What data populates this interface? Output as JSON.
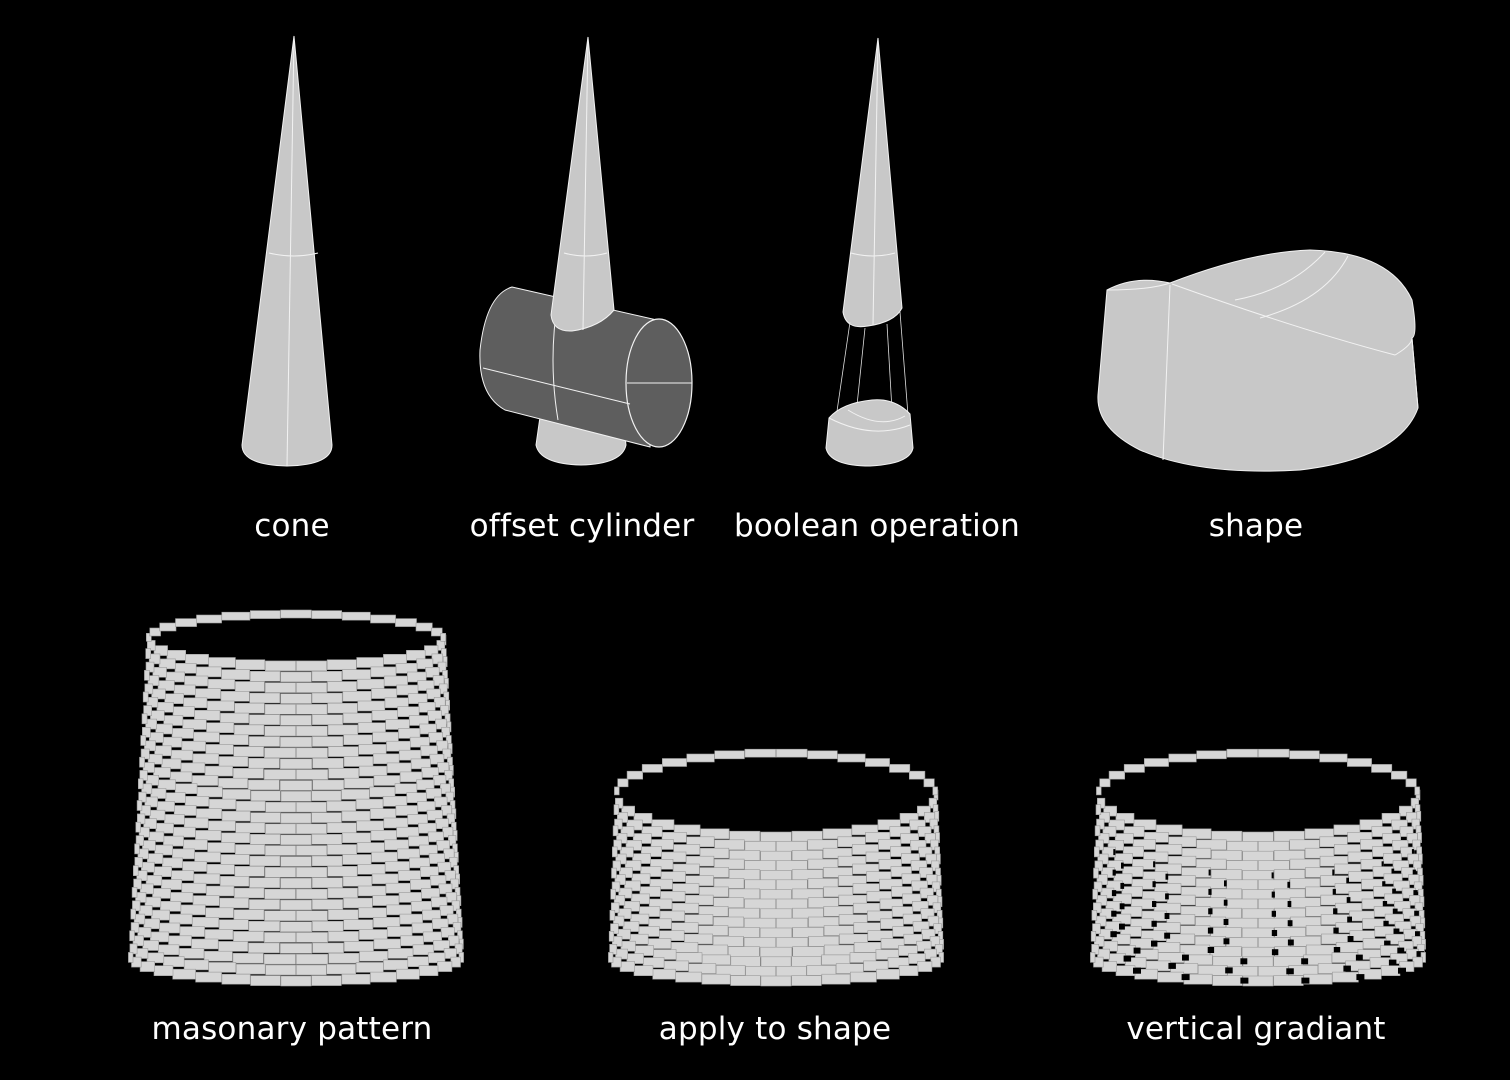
{
  "colors": {
    "background": "#000000",
    "surface": "#c8c8c8",
    "surface_dark": "#5e5e5e",
    "edge": "#f0f0f0",
    "brick": "#d6d6d6",
    "text": "#ffffff"
  },
  "steps": [
    {
      "id": "cone",
      "label": "cone"
    },
    {
      "id": "offset-cylinder",
      "label": "offset cylinder"
    },
    {
      "id": "boolean-operation",
      "label": "boolean operation"
    },
    {
      "id": "shape",
      "label": "shape"
    },
    {
      "id": "masonary-pattern",
      "label": "masonary pattern"
    },
    {
      "id": "apply-to-shape",
      "label": "apply to shape"
    },
    {
      "id": "vertical-gradiant",
      "label": "vertical gradiant"
    }
  ]
}
